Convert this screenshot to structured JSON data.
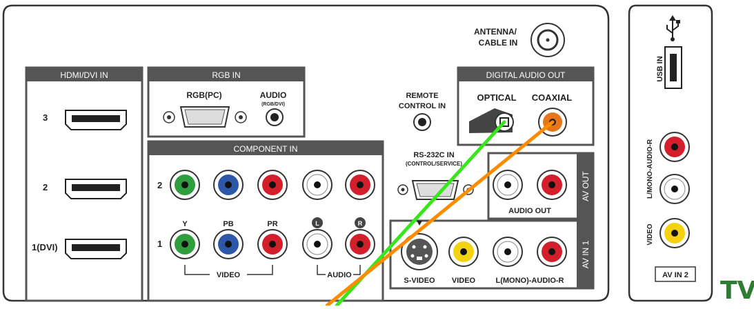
{
  "main_panel": {
    "antenna_label_1": "ANTENNA/",
    "antenna_label_2": "CABLE IN",
    "hdmi": {
      "header": "HDMI/DVI IN",
      "port3": "3",
      "port2": "2",
      "port1": "1(DVI)"
    },
    "rgb": {
      "header": "RGB IN",
      "rgb_pc": "RGB(PC)",
      "audio": "AUDIO",
      "audio_sub": "(RGB/DVI)"
    },
    "remote": {
      "line1": "REMOTE",
      "line2": "CONTROL IN"
    },
    "digital_audio": {
      "header": "DIGITAL AUDIO OUT",
      "optical": "OPTICAL",
      "coaxial": "COAXIAL"
    },
    "component": {
      "header": "COMPONENT IN",
      "row2": "2",
      "row1": "1",
      "y": "Y",
      "pb": "PB",
      "pr": "PR",
      "l": "L",
      "r": "R",
      "video_group": "VIDEO",
      "audio_group": "AUDIO"
    },
    "rs232": {
      "line1": "RS-232C IN",
      "line2": "(CONTROL/SERVICE)"
    },
    "av_out": {
      "side": "AV OUT",
      "audio_out": "AUDIO OUT"
    },
    "av_in1": {
      "side": "AV IN 1",
      "svideo": "S-VIDEO",
      "video": "VIDEO",
      "audio": "L(MONO)-AUDIO-R"
    }
  },
  "side_panel": {
    "usb": "USB IN",
    "audio_r": "L/MONO-AUDIO-R",
    "video": "VIDEO",
    "av_in2": "AV IN 2"
  },
  "tv_label": "TV",
  "colors": {
    "panel_dark": "#555555",
    "green_jack": "#2e9e3e",
    "blue_jack": "#2f57a8",
    "red_jack": "#d21f2b",
    "yellow_jack": "#f4d20f",
    "orange_jack": "#e8751a",
    "green_cable": "#39e51c",
    "orange_cable": "#fb8c00",
    "tv_text": "#2e7d32"
  }
}
